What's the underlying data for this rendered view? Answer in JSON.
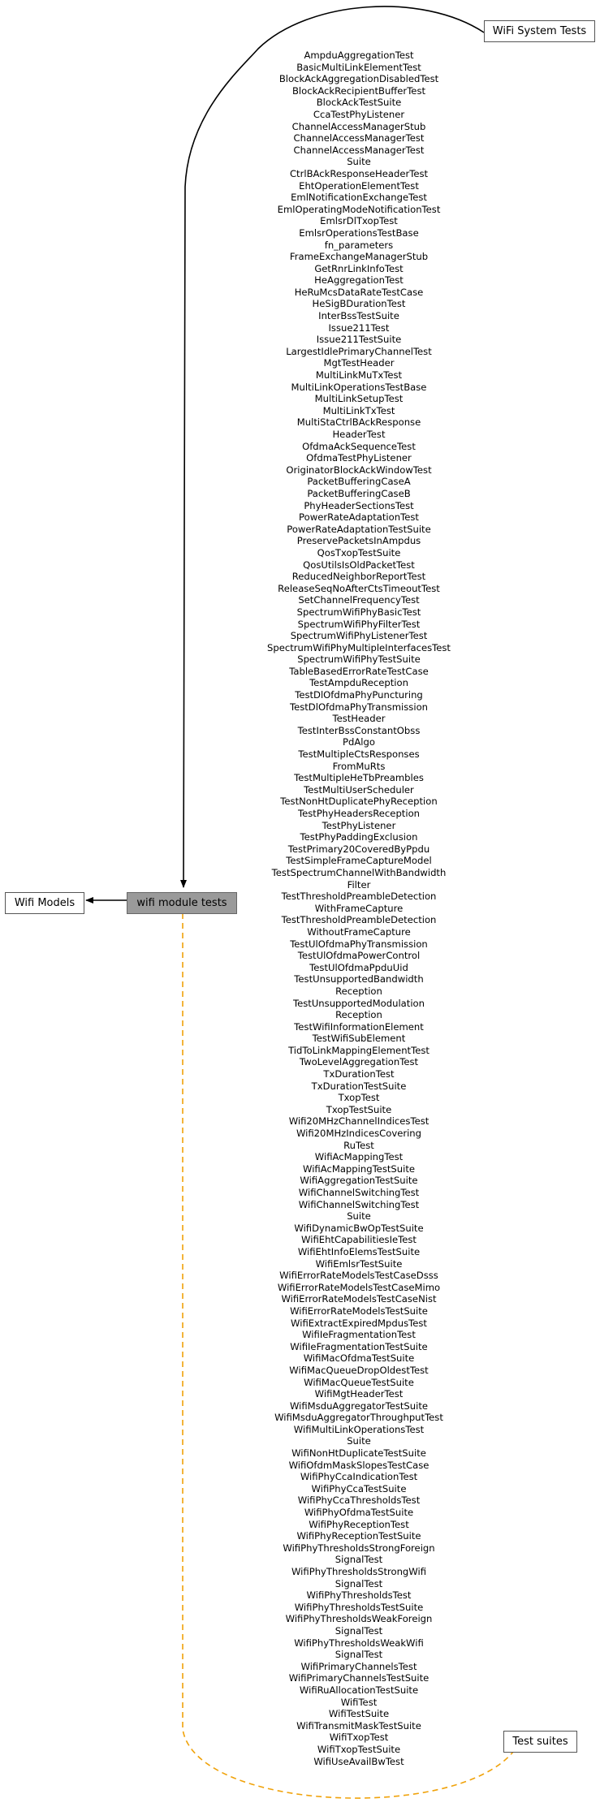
{
  "nodes": {
    "wifi_models": "Wifi Models",
    "wifi_module_tests": "wifi module tests",
    "wifi_system_tests": "WiFi System Tests",
    "test_suites": "Test suites"
  },
  "colors": {
    "current_node_fill": "#9a9a9a",
    "solid_edge": "#000000",
    "dashed_edge": "#f0a20a"
  },
  "class_list": [
    "AmpduAggregationTest",
    "BasicMultiLinkElementTest",
    "BlockAckAggregationDisabledTest",
    "BlockAckRecipientBufferTest",
    "BlockAckTestSuite",
    "CcaTestPhyListener",
    "ChannelAccessManagerStub",
    "ChannelAccessManagerTest",
    "ChannelAccessManagerTest",
    "Suite",
    "CtrlBAckResponseHeaderTest",
    "EhtOperationElementTest",
    "EmlNotificationExchangeTest",
    "EmlOperatingModeNotificationTest",
    "EmlsrDlTxopTest",
    "EmlsrOperationsTestBase",
    "fn_parameters",
    "FrameExchangeManagerStub",
    "GetRnrLinkInfoTest",
    "HeAggregationTest",
    "HeRuMcsDataRateTestCase",
    "HeSigBDurationTest",
    "InterBssTestSuite",
    "Issue211Test",
    "Issue211TestSuite",
    "LargestIdlePrimaryChannelTest",
    "MgtTestHeader",
    "MultiLinkMuTxTest",
    "MultiLinkOperationsTestBase",
    "MultiLinkSetupTest",
    "MultiLinkTxTest",
    "MultiStaCtrlBAckResponse",
    "HeaderTest",
    "OfdmaAckSequenceTest",
    "OfdmaTestPhyListener",
    "OriginatorBlockAckWindowTest",
    "PacketBufferingCaseA",
    "PacketBufferingCaseB",
    "PhyHeaderSectionsTest",
    "PowerRateAdaptationTest",
    "PowerRateAdaptationTestSuite",
    "PreservePacketsInAmpdus",
    "QosTxopTestSuite",
    "QosUtilsIsOldPacketTest",
    "ReducedNeighborReportTest",
    "ReleaseSeqNoAfterCtsTimeoutTest",
    "SetChannelFrequencyTest",
    "SpectrumWifiPhyBasicTest",
    "SpectrumWifiPhyFilterTest",
    "SpectrumWifiPhyListenerTest",
    "SpectrumWifiPhyMultipleInterfacesTest",
    "SpectrumWifiPhyTestSuite",
    "TableBasedErrorRateTestCase",
    "TestAmpduReception",
    "TestDlOfdmaPhyPuncturing",
    "TestDlOfdmaPhyTransmission",
    "TestHeader",
    "TestInterBssConstantObss",
    "PdAlgo",
    "TestMultipleCtsResponses",
    "FromMuRts",
    "TestMultipleHeTbPreambles",
    "TestMultiUserScheduler",
    "TestNonHtDuplicatePhyReception",
    "TestPhyHeadersReception",
    "TestPhyListener",
    "TestPhyPaddingExclusion",
    "TestPrimary20CoveredByPpdu",
    "TestSimpleFrameCaptureModel",
    "TestSpectrumChannelWithBandwidth",
    "Filter",
    "TestThresholdPreambleDetection",
    "WithFrameCapture",
    "TestThresholdPreambleDetection",
    "WithoutFrameCapture",
    "TestUlOfdmaPhyTransmission",
    "TestUlOfdmaPowerControl",
    "TestUlOfdmaPpduUid",
    "TestUnsupportedBandwidth",
    "Reception",
    "TestUnsupportedModulation",
    "Reception",
    "TestWifiInformationElement",
    "TestWifiSubElement",
    "TidToLinkMappingElementTest",
    "TwoLevelAggregationTest",
    "TxDurationTest",
    "TxDurationTestSuite",
    "TxopTest",
    "TxopTestSuite",
    "Wifi20MHzChannelIndicesTest",
    "Wifi20MHzIndicesCovering",
    "RuTest",
    "WifiAcMappingTest",
    "WifiAcMappingTestSuite",
    "WifiAggregationTestSuite",
    "WifiChannelSwitchingTest",
    "WifiChannelSwitchingTest",
    "Suite",
    "WifiDynamicBwOpTestSuite",
    "WifiEhtCapabilitiesIeTest",
    "WifiEhtInfoElemsTestSuite",
    "WifiEmlsrTestSuite",
    "WifiErrorRateModelsTestCaseDsss",
    "WifiErrorRateModelsTestCaseMimo",
    "WifiErrorRateModelsTestCaseNist",
    "WifiErrorRateModelsTestSuite",
    "WifiExtractExpiredMpdusTest",
    "WifiIeFragmentationTest",
    "WifiIeFragmentationTestSuite",
    "WifiMacOfdmaTestSuite",
    "WifiMacQueueDropOldestTest",
    "WifiMacQueueTestSuite",
    "WifiMgtHeaderTest",
    "WifiMsduAggregatorTestSuite",
    "WifiMsduAggregatorThroughputTest",
    "WifiMultiLinkOperationsTest",
    "Suite",
    "WifiNonHtDuplicateTestSuite",
    "WifiOfdmMaskSlopesTestCase",
    "WifiPhyCcaIndicationTest",
    "WifiPhyCcaTestSuite",
    "WifiPhyCcaThresholdsTest",
    "WifiPhyOfdmaTestSuite",
    "WifiPhyReceptionTest",
    "WifiPhyReceptionTestSuite",
    "WifiPhyThresholdsStrongForeign",
    "SignalTest",
    "WifiPhyThresholdsStrongWifi",
    "SignalTest",
    "WifiPhyThresholdsTest",
    "WifiPhyThresholdsTestSuite",
    "WifiPhyThresholdsWeakForeign",
    "SignalTest",
    "WifiPhyThresholdsWeakWifi",
    "SignalTest",
    "WifiPrimaryChannelsTest",
    "WifiPrimaryChannelsTestSuite",
    "WifiRuAllocationTestSuite",
    "WifiTest",
    "WifiTestSuite",
    "WifiTransmitMaskTestSuite",
    "WifiTxopTest",
    "WifiTxopTestSuite",
    "WifiUseAvailBwTest"
  ]
}
